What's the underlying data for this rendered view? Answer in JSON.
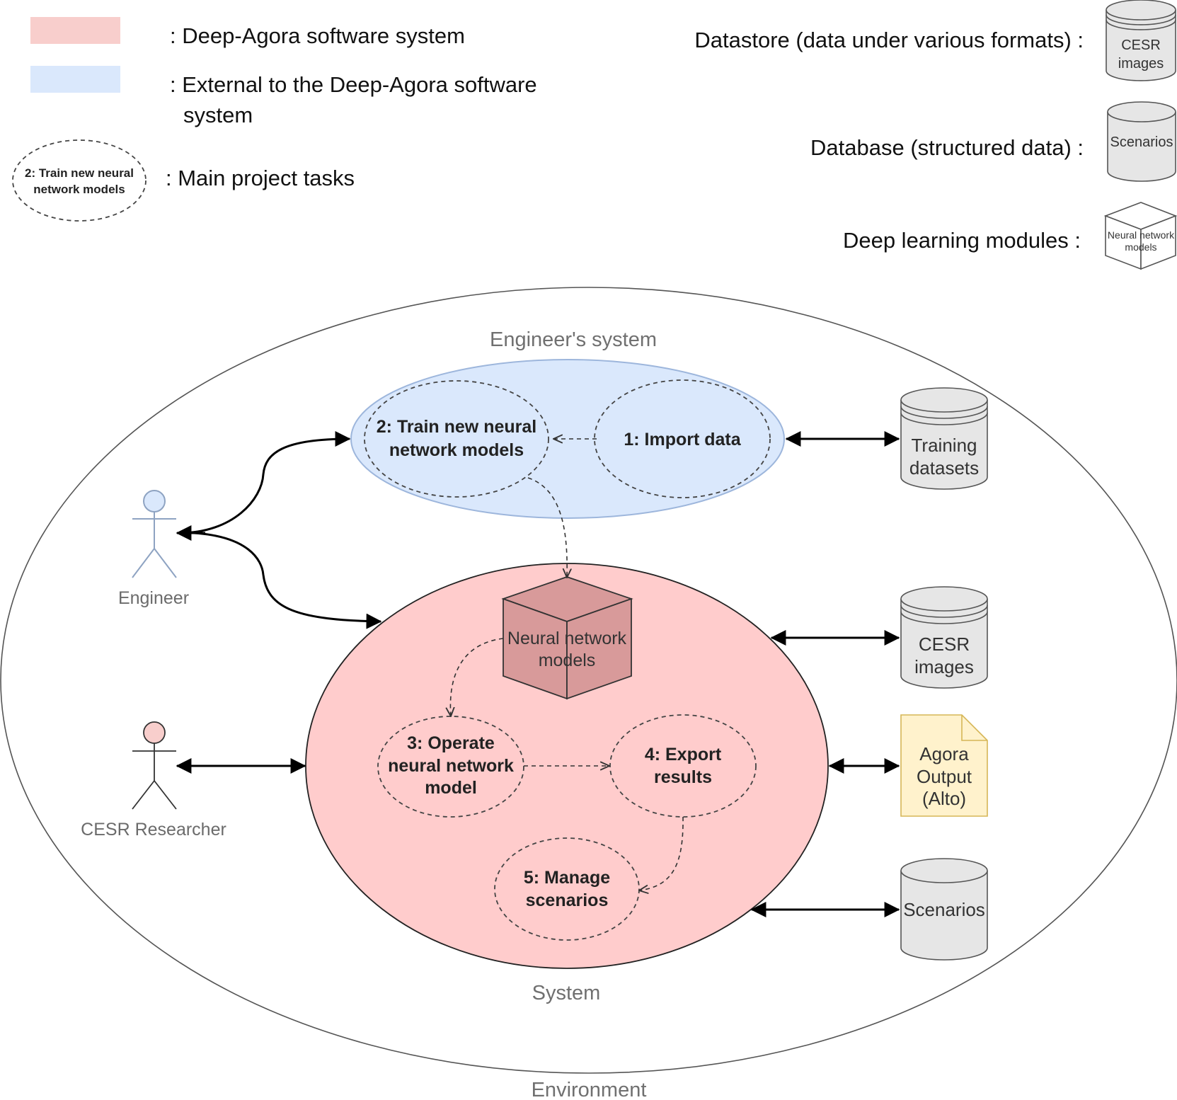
{
  "legend": {
    "deep_agora": ": Deep-Agora software system",
    "external_line1": ": External to the Deep-Agora software",
    "external_line2": "system",
    "sample_task_line1": "2: Train new neural",
    "sample_task_line2": "network models",
    "main_tasks": ": Main project tasks",
    "datastore": "Datastore (data under various formats) :",
    "datastore_sample_line1": "CESR",
    "datastore_sample_line2": "images",
    "database": "Database (structured data) :",
    "database_sample": "Scenarios",
    "dl_modules": "Deep learning modules :",
    "dl_sample_line1": "Neural network",
    "dl_sample_line2": "models"
  },
  "diagram": {
    "environment_label": "Environment",
    "engineers_system_label": "Engineer's system",
    "system_label": "System",
    "actors": {
      "engineer": "Engineer",
      "researcher": "CESR Researcher"
    },
    "tasks": {
      "t1": "1: Import data",
      "t2_line1": "2: Train new neural",
      "t2_line2": "network models",
      "t3_line1": "3: Operate",
      "t3_line2": "neural network",
      "t3_line3": "model",
      "t4_line1": "4: Export",
      "t4_line2": "results",
      "t5_line1": "5: Manage",
      "t5_line2": "scenarios"
    },
    "module": {
      "line1": "Neural network",
      "line2": "models"
    },
    "stores": {
      "training_line1": "Training",
      "training_line2": "datasets",
      "cesr_line1": "CESR",
      "cesr_line2": "images",
      "output_line1": "Agora",
      "output_line2": "Output",
      "output_line3": "(Alto)",
      "scenarios": "Scenarios"
    }
  },
  "colors": {
    "deep_agora_fill": "#f8cecc",
    "external_fill": "#dae8fc",
    "external_stroke": "#9db6dc",
    "system_fill": "#ffcccc",
    "store_fill": "#e6e6e6",
    "document_fill": "#fff2cc",
    "document_stroke": "#d6b656",
    "cube_fill": "#d89a9a"
  }
}
